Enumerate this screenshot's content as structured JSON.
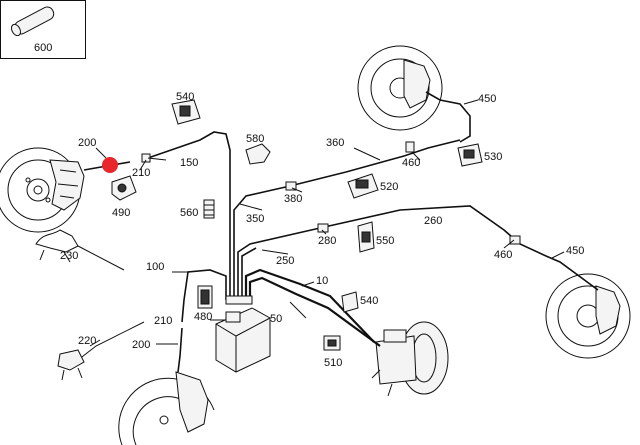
{
  "callouts": {
    "c600": "600",
    "c540a": "540",
    "c580": "580",
    "c360": "360",
    "c450a": "450",
    "c200a": "200",
    "c150": "150",
    "c210a": "210",
    "c460a": "460",
    "c530": "530",
    "c490": "490",
    "c380": "380",
    "c520": "520",
    "c560": "560",
    "c350": "350",
    "c260": "260",
    "c280": "280",
    "c550": "550",
    "c230": "230",
    "c250": "250",
    "c460b": "460",
    "c450b": "450",
    "c100": "100",
    "c10": "10",
    "c210b": "210",
    "c480": "480",
    "c540b": "540",
    "c50": "50",
    "c220": "220",
    "c510": "510",
    "c200b": "200"
  },
  "colors": {
    "marker": "#e8262b",
    "line": "#111111",
    "background": "#ffffff"
  }
}
